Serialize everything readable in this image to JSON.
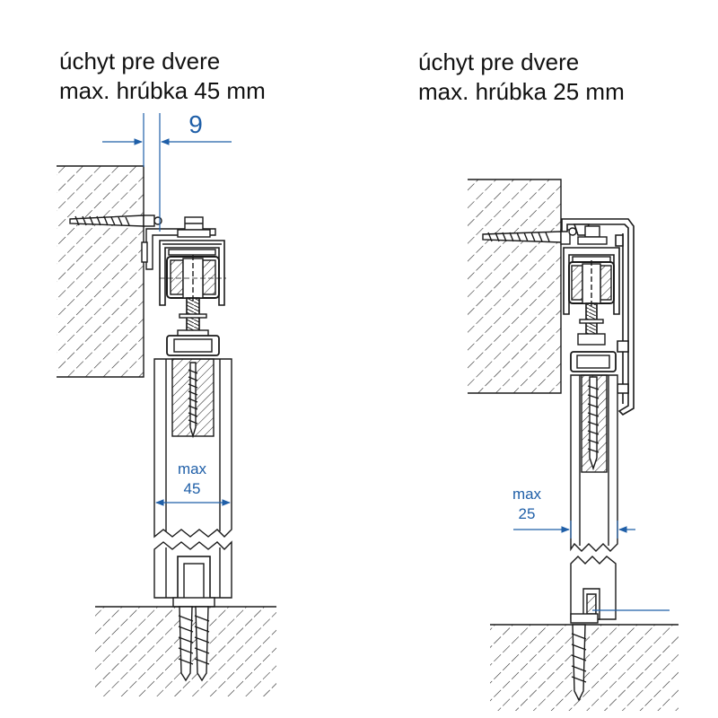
{
  "colors": {
    "line": "#1a1a1a",
    "dimension": "#1f5fa8",
    "paper": "#ffffff"
  },
  "left_panel": {
    "caption_line1": "úchyt pre dvere",
    "caption_line2": "max. hrúbka 45 mm",
    "offset_value": "9",
    "thickness_label_line1": "max",
    "thickness_label_line2": "45"
  },
  "right_panel": {
    "caption_line1": "úchyt pre dvere",
    "caption_line2": "max. hrúbka 25 mm",
    "thickness_label_line1": "max",
    "thickness_label_line2": "25"
  }
}
